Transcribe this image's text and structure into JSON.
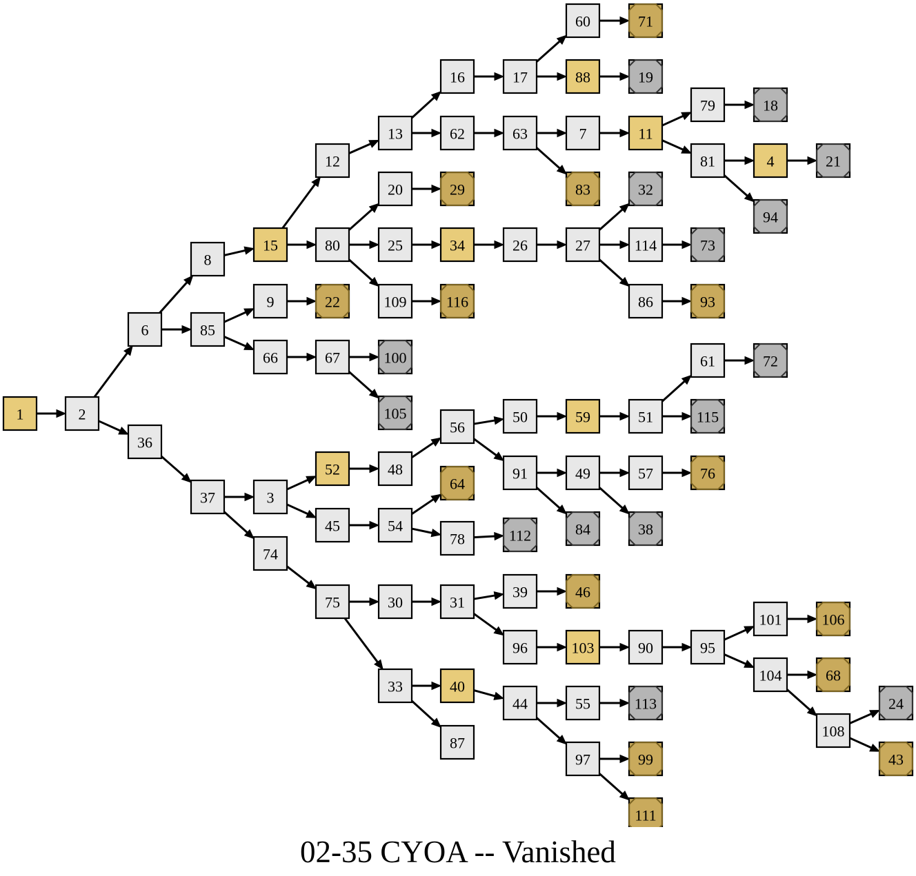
{
  "title": "02-35 CYOA -- Vanished",
  "colors": {
    "normal": "#e8e8e8",
    "highlight": "#e8cc7a",
    "good_ending": "#c9aa5c",
    "good_ending_lines": "#7a6322",
    "bad_ending": "#b5b5b5",
    "bad_ending_lines": "#333333",
    "border": "#000000"
  },
  "nodes": [
    {
      "id": "1",
      "type": "highlight"
    },
    {
      "id": "2",
      "type": "normal"
    },
    {
      "id": "6",
      "type": "normal"
    },
    {
      "id": "36",
      "type": "normal"
    },
    {
      "id": "8",
      "type": "normal"
    },
    {
      "id": "85",
      "type": "normal"
    },
    {
      "id": "37",
      "type": "normal"
    },
    {
      "id": "15",
      "type": "highlight"
    },
    {
      "id": "9",
      "type": "normal"
    },
    {
      "id": "66",
      "type": "normal"
    },
    {
      "id": "3",
      "type": "normal"
    },
    {
      "id": "74",
      "type": "normal"
    },
    {
      "id": "12",
      "type": "normal"
    },
    {
      "id": "80",
      "type": "normal"
    },
    {
      "id": "22",
      "type": "good_ending"
    },
    {
      "id": "67",
      "type": "normal"
    },
    {
      "id": "52",
      "type": "highlight"
    },
    {
      "id": "45",
      "type": "normal"
    },
    {
      "id": "75",
      "type": "normal"
    },
    {
      "id": "13",
      "type": "normal"
    },
    {
      "id": "20",
      "type": "normal"
    },
    {
      "id": "25",
      "type": "normal"
    },
    {
      "id": "109",
      "type": "normal"
    },
    {
      "id": "100",
      "type": "bad_ending"
    },
    {
      "id": "105",
      "type": "bad_ending"
    },
    {
      "id": "48",
      "type": "normal"
    },
    {
      "id": "54",
      "type": "normal"
    },
    {
      "id": "30",
      "type": "normal"
    },
    {
      "id": "33",
      "type": "normal"
    },
    {
      "id": "16",
      "type": "normal"
    },
    {
      "id": "62",
      "type": "normal"
    },
    {
      "id": "29",
      "type": "good_ending"
    },
    {
      "id": "34",
      "type": "highlight"
    },
    {
      "id": "116",
      "type": "good_ending"
    },
    {
      "id": "56",
      "type": "normal"
    },
    {
      "id": "64",
      "type": "good_ending"
    },
    {
      "id": "78",
      "type": "normal"
    },
    {
      "id": "31",
      "type": "normal"
    },
    {
      "id": "40",
      "type": "highlight"
    },
    {
      "id": "87",
      "type": "normal"
    },
    {
      "id": "17",
      "type": "normal"
    },
    {
      "id": "63",
      "type": "normal"
    },
    {
      "id": "26",
      "type": "normal"
    },
    {
      "id": "50",
      "type": "normal"
    },
    {
      "id": "91",
      "type": "normal"
    },
    {
      "id": "112",
      "type": "bad_ending"
    },
    {
      "id": "39",
      "type": "normal"
    },
    {
      "id": "96",
      "type": "normal"
    },
    {
      "id": "44",
      "type": "normal"
    },
    {
      "id": "60",
      "type": "normal"
    },
    {
      "id": "88",
      "type": "highlight"
    },
    {
      "id": "7",
      "type": "normal"
    },
    {
      "id": "83",
      "type": "good_ending"
    },
    {
      "id": "27",
      "type": "normal"
    },
    {
      "id": "59",
      "type": "highlight"
    },
    {
      "id": "49",
      "type": "normal"
    },
    {
      "id": "84",
      "type": "bad_ending"
    },
    {
      "id": "46",
      "type": "good_ending"
    },
    {
      "id": "103",
      "type": "highlight"
    },
    {
      "id": "55",
      "type": "normal"
    },
    {
      "id": "97",
      "type": "normal"
    },
    {
      "id": "71",
      "type": "good_ending"
    },
    {
      "id": "19",
      "type": "bad_ending"
    },
    {
      "id": "11",
      "type": "highlight"
    },
    {
      "id": "32",
      "type": "bad_ending"
    },
    {
      "id": "114",
      "type": "normal"
    },
    {
      "id": "86",
      "type": "normal"
    },
    {
      "id": "51",
      "type": "normal"
    },
    {
      "id": "57",
      "type": "normal"
    },
    {
      "id": "38",
      "type": "bad_ending"
    },
    {
      "id": "90",
      "type": "normal"
    },
    {
      "id": "113",
      "type": "bad_ending"
    },
    {
      "id": "99",
      "type": "good_ending"
    },
    {
      "id": "111",
      "type": "good_ending"
    },
    {
      "id": "79",
      "type": "normal"
    },
    {
      "id": "81",
      "type": "normal"
    },
    {
      "id": "73",
      "type": "bad_ending"
    },
    {
      "id": "93",
      "type": "good_ending"
    },
    {
      "id": "61",
      "type": "normal"
    },
    {
      "id": "115",
      "type": "bad_ending"
    },
    {
      "id": "76",
      "type": "good_ending"
    },
    {
      "id": "95",
      "type": "normal"
    },
    {
      "id": "18",
      "type": "bad_ending"
    },
    {
      "id": "4",
      "type": "highlight"
    },
    {
      "id": "94",
      "type": "bad_ending"
    },
    {
      "id": "72",
      "type": "bad_ending"
    },
    {
      "id": "101",
      "type": "normal"
    },
    {
      "id": "104",
      "type": "normal"
    },
    {
      "id": "21",
      "type": "bad_ending"
    },
    {
      "id": "106",
      "type": "good_ending"
    },
    {
      "id": "68",
      "type": "good_ending"
    },
    {
      "id": "108",
      "type": "normal"
    },
    {
      "id": "24",
      "type": "bad_ending"
    },
    {
      "id": "43",
      "type": "good_ending"
    }
  ],
  "edges": [
    [
      "1",
      "2"
    ],
    [
      "2",
      "6"
    ],
    [
      "2",
      "36"
    ],
    [
      "6",
      "8"
    ],
    [
      "6",
      "85"
    ],
    [
      "36",
      "37"
    ],
    [
      "8",
      "15"
    ],
    [
      "85",
      "9"
    ],
    [
      "85",
      "66"
    ],
    [
      "37",
      "3"
    ],
    [
      "37",
      "74"
    ],
    [
      "15",
      "12"
    ],
    [
      "15",
      "80"
    ],
    [
      "9",
      "22"
    ],
    [
      "66",
      "67"
    ],
    [
      "3",
      "52"
    ],
    [
      "3",
      "45"
    ],
    [
      "74",
      "75"
    ],
    [
      "12",
      "13"
    ],
    [
      "80",
      "20"
    ],
    [
      "80",
      "25"
    ],
    [
      "80",
      "109"
    ],
    [
      "67",
      "100"
    ],
    [
      "67",
      "105"
    ],
    [
      "52",
      "48"
    ],
    [
      "45",
      "54"
    ],
    [
      "75",
      "30"
    ],
    [
      "75",
      "33"
    ],
    [
      "13",
      "16"
    ],
    [
      "13",
      "62"
    ],
    [
      "20",
      "29"
    ],
    [
      "25",
      "34"
    ],
    [
      "109",
      "116"
    ],
    [
      "48",
      "56"
    ],
    [
      "54",
      "64"
    ],
    [
      "54",
      "78"
    ],
    [
      "30",
      "31"
    ],
    [
      "33",
      "40"
    ],
    [
      "33",
      "87"
    ],
    [
      "16",
      "17"
    ],
    [
      "62",
      "63"
    ],
    [
      "34",
      "26"
    ],
    [
      "56",
      "50"
    ],
    [
      "56",
      "91"
    ],
    [
      "78",
      "112"
    ],
    [
      "31",
      "39"
    ],
    [
      "31",
      "96"
    ],
    [
      "40",
      "44"
    ],
    [
      "17",
      "60"
    ],
    [
      "17",
      "88"
    ],
    [
      "63",
      "7"
    ],
    [
      "63",
      "83"
    ],
    [
      "26",
      "27"
    ],
    [
      "50",
      "59"
    ],
    [
      "91",
      "49"
    ],
    [
      "91",
      "84"
    ],
    [
      "39",
      "46"
    ],
    [
      "96",
      "103"
    ],
    [
      "44",
      "55"
    ],
    [
      "44",
      "97"
    ],
    [
      "60",
      "71"
    ],
    [
      "88",
      "19"
    ],
    [
      "7",
      "11"
    ],
    [
      "27",
      "32"
    ],
    [
      "27",
      "114"
    ],
    [
      "27",
      "86"
    ],
    [
      "59",
      "51"
    ],
    [
      "49",
      "57"
    ],
    [
      "49",
      "38"
    ],
    [
      "103",
      "90"
    ],
    [
      "55",
      "113"
    ],
    [
      "97",
      "99"
    ],
    [
      "97",
      "111"
    ],
    [
      "11",
      "79"
    ],
    [
      "11",
      "81"
    ],
    [
      "114",
      "73"
    ],
    [
      "86",
      "93"
    ],
    [
      "51",
      "61"
    ],
    [
      "51",
      "115"
    ],
    [
      "57",
      "76"
    ],
    [
      "90",
      "95"
    ],
    [
      "79",
      "18"
    ],
    [
      "81",
      "4"
    ],
    [
      "81",
      "94"
    ],
    [
      "61",
      "72"
    ],
    [
      "95",
      "101"
    ],
    [
      "95",
      "104"
    ],
    [
      "4",
      "21"
    ],
    [
      "101",
      "106"
    ],
    [
      "104",
      "68"
    ],
    [
      "104",
      "108"
    ],
    [
      "108",
      "24"
    ],
    [
      "108",
      "43"
    ]
  ]
}
